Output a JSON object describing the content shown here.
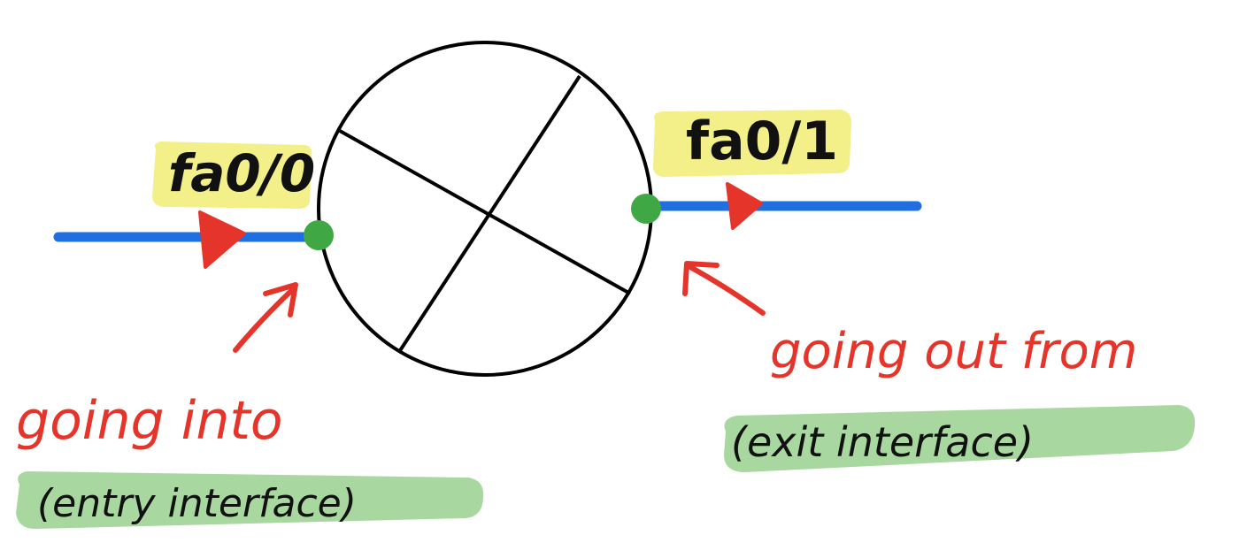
{
  "interfaces": {
    "entry_name": "fa0/0",
    "exit_name": "fa0/1"
  },
  "annotations": {
    "entry_caption": "going into",
    "entry_note": "(entry interface)",
    "exit_caption": "going out from",
    "exit_note": "(exit interface)"
  },
  "colors": {
    "link_line": "#1f6fe0",
    "direction_arrow": "#e5352b",
    "port_dot": "#3fa845",
    "label_highlight": "#f3f08a",
    "note_highlight": "#a8d8a0",
    "caption_text": "#e5352b",
    "outline": "#000000"
  },
  "icons": {
    "router": "router-circle-icon",
    "direction": "triangle-arrow-icon",
    "pointer": "curved-pointer-arrow-icon"
  }
}
